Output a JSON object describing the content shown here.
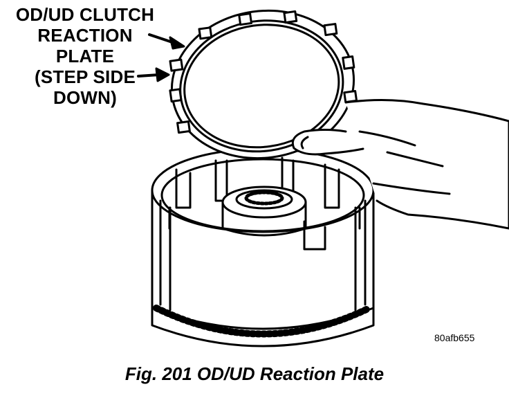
{
  "callout": {
    "lines": [
      "OD/UD CLUTCH",
      "REACTION",
      "PLATE",
      "(STEP SIDE",
      "DOWN)"
    ]
  },
  "reference_id": "80afb655",
  "caption": "Fig. 201 OD/UD Reaction Plate"
}
